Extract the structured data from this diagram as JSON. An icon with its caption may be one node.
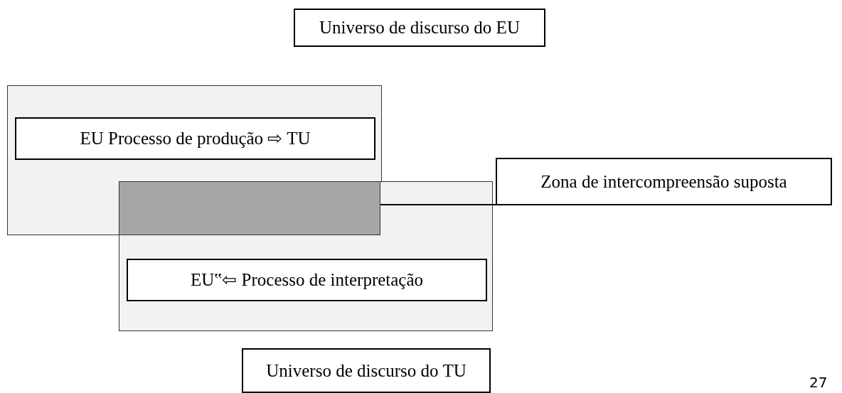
{
  "diagram": {
    "nodes": [
      {
        "text": [
          "Universo de discurso do EU"
        ]
      },
      {
        "text": [],
        "shape": "box"
      },
      {
        "text": [
          "EU Processo de produção ⇨ TU"
        ],
        "in": 1
      },
      {
        "text": [],
        "shape": "box"
      },
      {
        "text": [
          "Zona de intercompreensão suposta"
        ]
      },
      {
        "text": [],
        "shape": "box"
      },
      {
        "text": [
          "EU‟⇦ Processo de interpretação"
        ],
        "in": 5
      },
      {
        "text": [
          "Universo de discurso do TU"
        ]
      }
    ],
    "edges": [
      {
        "from": 4,
        "to": 3,
        "arrow": "none"
      }
    ],
    "labels": [
      "27"
    ]
  }
}
